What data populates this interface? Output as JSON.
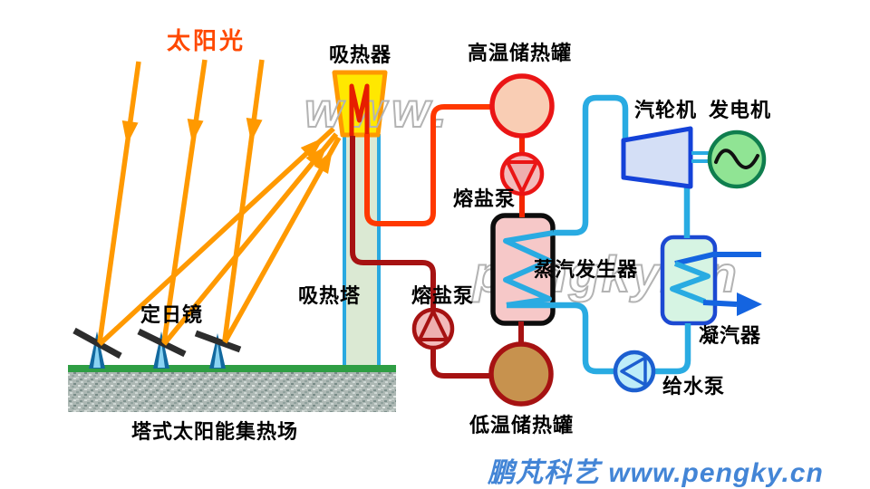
{
  "diagram": {
    "caption": "塔式太阳能集热场",
    "labels": {
      "sunlight": "太阳光",
      "absorber": "吸热器",
      "high_temp_tank": "高温储热罐",
      "turbine": "汽轮机",
      "generator": "发电机",
      "molten_salt_pump_upper": "熔盐泵",
      "molten_salt_pump_lower": "熔盐泵",
      "steam_generator": "蒸汽发生器",
      "absorber_tower": "吸热塔",
      "heliostat": "定日镜",
      "condenser": "凝汽器",
      "feed_water_pump": "给水泵",
      "low_temp_tank": "低温储热罐"
    },
    "watermarks": {
      "outline_top": "www.",
      "outline_middle": "pengky.cn",
      "footer": "鹏芃科艺 www.pengky.cn"
    },
    "colors": {
      "sun_ray": "#FF9900",
      "sunlight_text": "#FF4800",
      "hot_molten_salt_pipe": "#FF3800",
      "cold_molten_salt_pipe": "#A61212",
      "steam_water_pipe": "#29ABE2",
      "cooling_water_pipe": "#1464E0",
      "absorber_fill": "#FFE800",
      "tower_fill": "#DBE9D3",
      "high_temp_tank_fill": "#F9CDB4",
      "low_temp_tank_fill": "#C7924E",
      "steam_generator_fill": "#F6C8C8",
      "condenser_fill": "#D6F4E3",
      "turbine_fill": "#D4DFF6",
      "generator_fill": "#90E494",
      "footer_watermark": "#4385D6"
    }
  }
}
